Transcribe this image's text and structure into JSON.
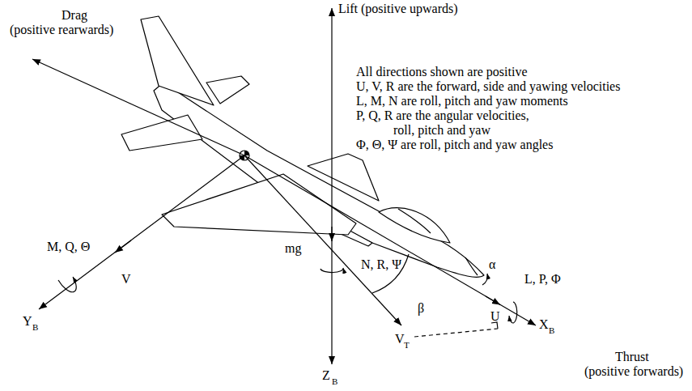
{
  "diagram": {
    "labels": [
      "Lift (positive upwards)",
      "Drag",
      "(positive rearwards)",
      "All directions shown are positive",
      "U, V, R are the forward, side and yawing velocities",
      "L, M, N are roll, pitch and yaw moments",
      "P, Q, R are the angular velocities,",
      "roll, pitch and yaw",
      "Φ, Θ, Ψ are roll, pitch and yaw angles",
      "M, Q, Θ",
      "V",
      "Y",
      "B",
      "mg",
      "N, R, Ψ",
      "Z",
      "B",
      "α",
      "L, P, Φ",
      "U",
      "β",
      "X",
      "B",
      "V",
      "T",
      "Thrust",
      "(positive forwards)"
    ]
  }
}
